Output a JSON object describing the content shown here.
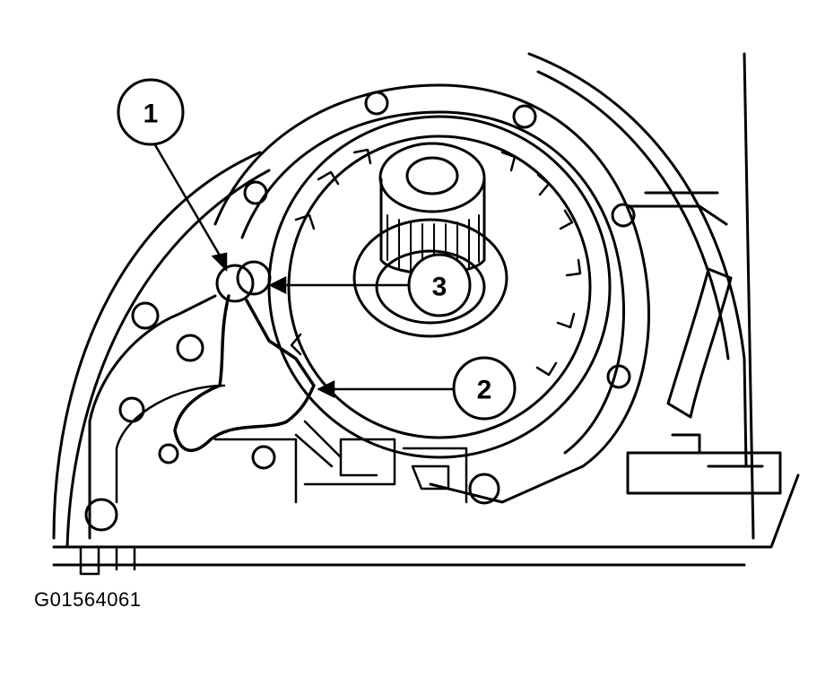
{
  "figure": {
    "id_label": "G01564061",
    "callouts": [
      {
        "label": "1"
      },
      {
        "label": "2"
      },
      {
        "label": "3"
      }
    ]
  },
  "colors": {
    "line": "#000000",
    "background": "#ffffff"
  }
}
